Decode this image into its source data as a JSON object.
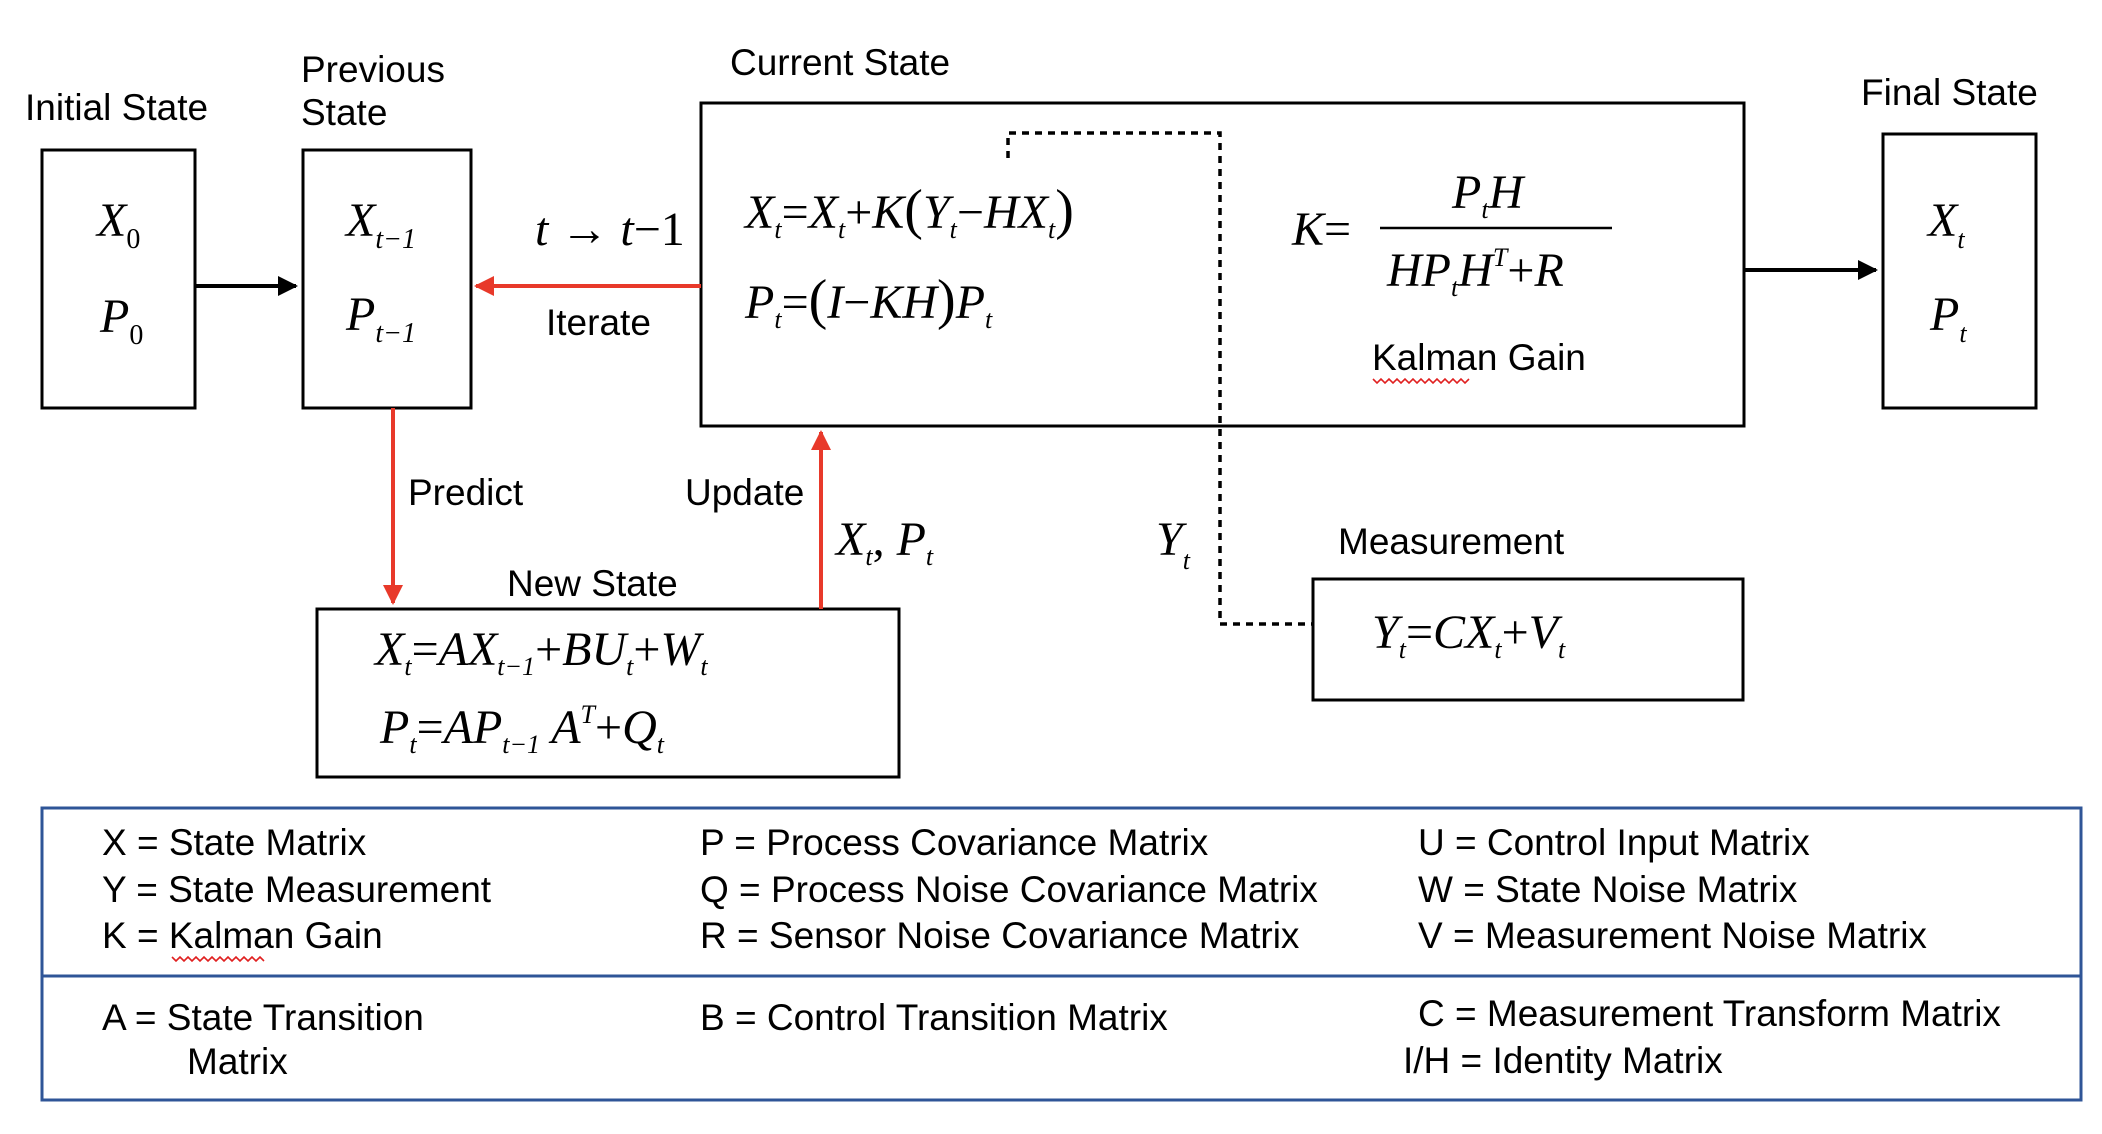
{
  "labels": {
    "initial_state": "Initial State",
    "previous_state_line1": "Previous",
    "previous_state_line2": "State",
    "current_state": "Current State",
    "final_state": "Final State",
    "iterate": "Iterate",
    "predict": "Predict",
    "update": "Update",
    "new_state": "New State",
    "measurement": "Measurement",
    "kalman_gain": "Kalman Gain"
  },
  "equations": {
    "initial_x": "X_0",
    "initial_p": "P_0",
    "prev_x": "X_{t−1}",
    "prev_p": "P_{t−1}",
    "iterate_step": "t → t−1",
    "current_x": "X_t = X_t + K(Y_t − HX_t)",
    "current_p": "P_t = (I − KH)P_t",
    "kalman_gain": "K = P_t H / (HP_t H^T + R)",
    "new_x": "X_t = AX_{t−1} + BU_t + W_t",
    "new_p": "P_t = AP_{t−1} A^T + Q_t",
    "update_vals": "X_t, P_t",
    "measurement_y": "Y_t",
    "measurement_eq": "Y_t = CX_t + V_t",
    "final_x": "X_t",
    "final_p": "P_t"
  },
  "legend": {
    "top": [
      [
        "X = State Matrix",
        "P = Process Covariance Matrix",
        "U  = Control Input Matrix"
      ],
      [
        "Y = State Measurement",
        "Q = Process Noise Covariance Matrix",
        "W = State Noise Matrix"
      ],
      [
        "K = Kalman Gain",
        "R = Sensor Noise Covariance Matrix",
        "V  = Measurement Noise Matrix"
      ]
    ],
    "bottom": {
      "a_line1": "A  = State Transition",
      "a_line2": "Matrix",
      "b": "B  = Control Transition Matrix",
      "c": "C  = Measurement Transform Matrix",
      "ih": "I/H  = Identity Matrix"
    }
  },
  "colors": {
    "arrow_red": "#e8392a",
    "arrow_black": "#000000",
    "legend_border": "#2f5597",
    "spell_underline": "#e02020"
  }
}
